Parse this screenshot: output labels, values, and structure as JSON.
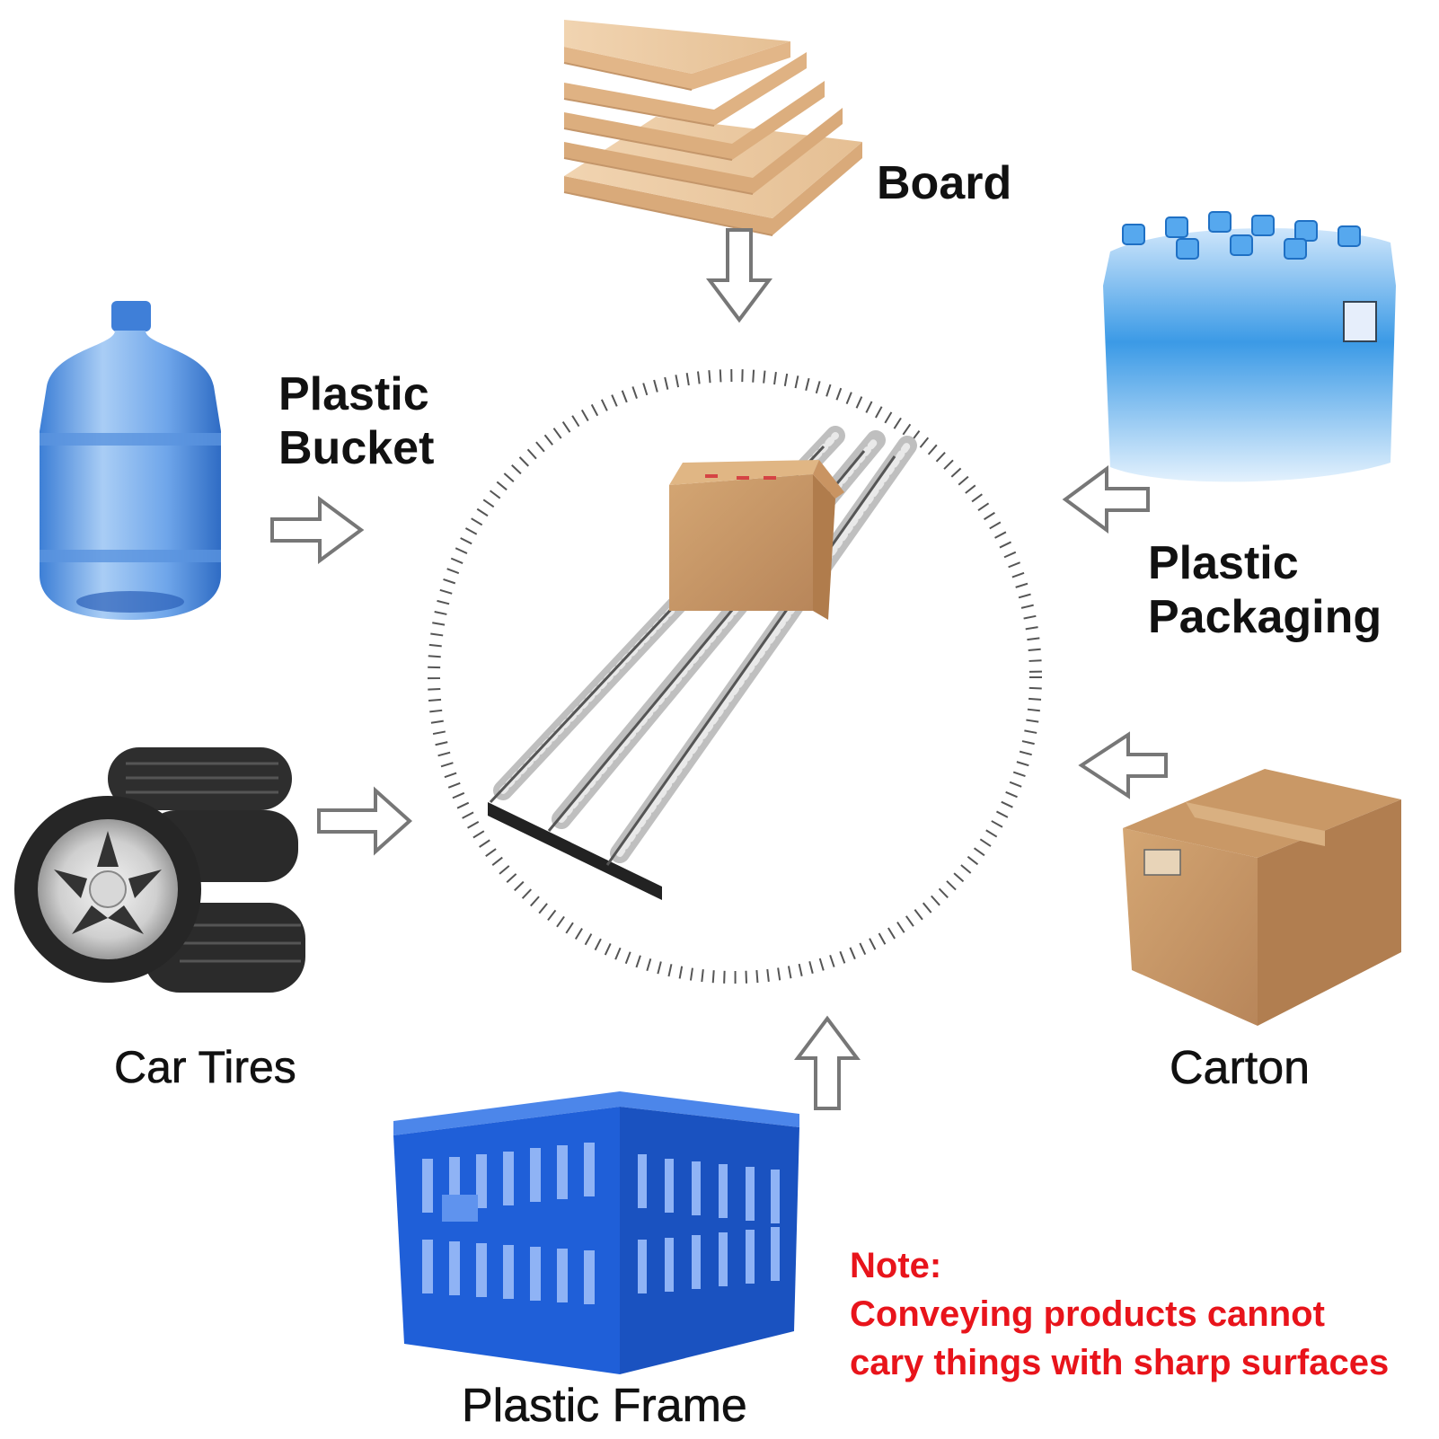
{
  "labels": {
    "board": "Board",
    "plastic_bucket": [
      "Plastic",
      "Bucket"
    ],
    "plastic_packaging": [
      "Plastic",
      "Packaging"
    ],
    "car_tires": "Car Tires",
    "carton": "Carton",
    "plastic_frame": "Plastic Frame"
  },
  "note": {
    "heading": "Note:",
    "line1": "Conveying products cannot",
    "line2": "cary things with sharp surfaces"
  },
  "colors": {
    "note": "#e8141b",
    "crate_blue": "#1f5fd8",
    "cardboard": "#c89a62",
    "water_blue": "#3a8fe0",
    "wood": "#e8c49c",
    "tire": "#2b2b2b",
    "arrow_stroke": "#777777"
  },
  "icons": [
    "wood-boards-image",
    "water-jug-image",
    "water-pack-image",
    "tires-image",
    "carton-box-image",
    "plastic-crate-image",
    "roller-conveyor-image"
  ]
}
